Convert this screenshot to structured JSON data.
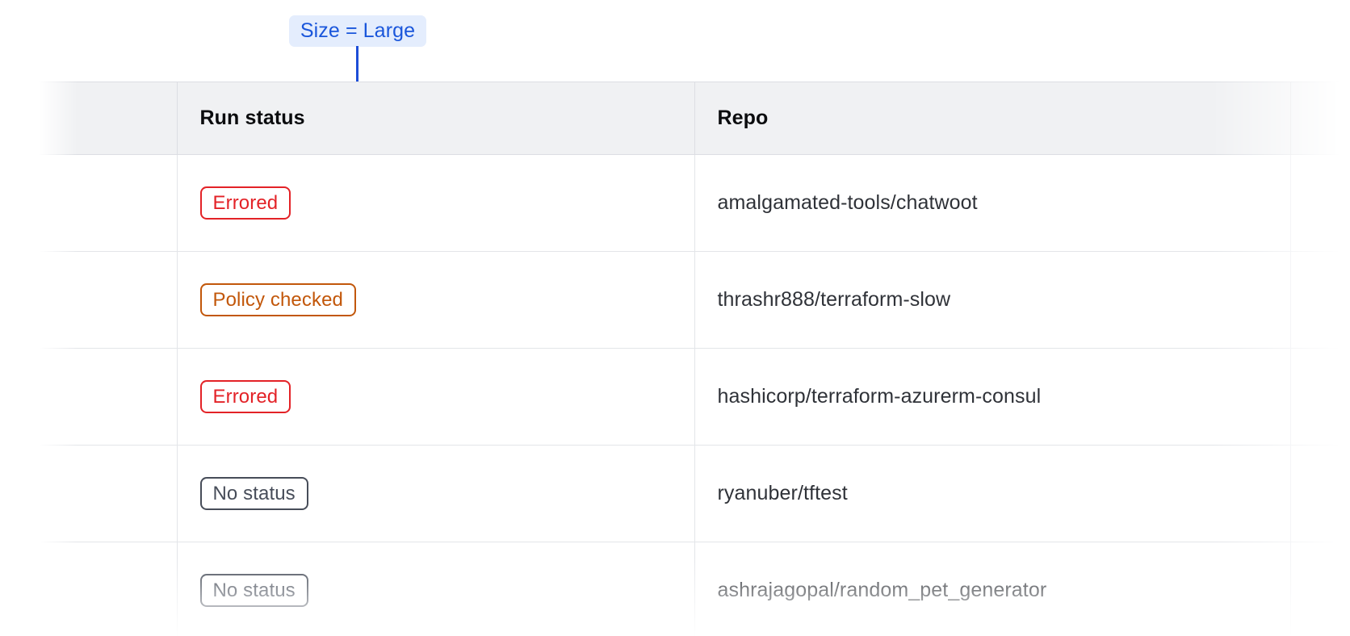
{
  "annotation": {
    "label": "Size = Large",
    "pill_background": "#e4edfd",
    "text_color": "#1a56db",
    "connector_color": "#1d4ed8"
  },
  "table": {
    "columns": [
      {
        "key": "lead",
        "label": ""
      },
      {
        "key": "status",
        "label": "Run status"
      },
      {
        "key": "repo",
        "label": "Repo"
      },
      {
        "key": "tail",
        "label": ""
      }
    ],
    "rows": [
      {
        "status": "Errored",
        "status_variant": "errored",
        "status_color": "#e32227",
        "repo": "amalgamated-tools/chatwoot"
      },
      {
        "status": "Policy checked",
        "status_variant": "policy-checked",
        "status_color": "#c2570a",
        "repo": "thrashr888/terraform-slow"
      },
      {
        "status": "Errored",
        "status_variant": "errored",
        "status_color": "#e32227",
        "repo": "hashicorp/terraform-azurerm-consul"
      },
      {
        "status": "No status",
        "status_variant": "no-status",
        "status_color": "#474d59",
        "repo": "ryanuber/tftest"
      },
      {
        "status": "No status",
        "status_variant": "no-status",
        "status_color": "#474d59",
        "repo": "ashrajagopal/random_pet_generator"
      }
    ],
    "header_background": "#f0f1f3",
    "border_color": "#e3e5e9"
  }
}
